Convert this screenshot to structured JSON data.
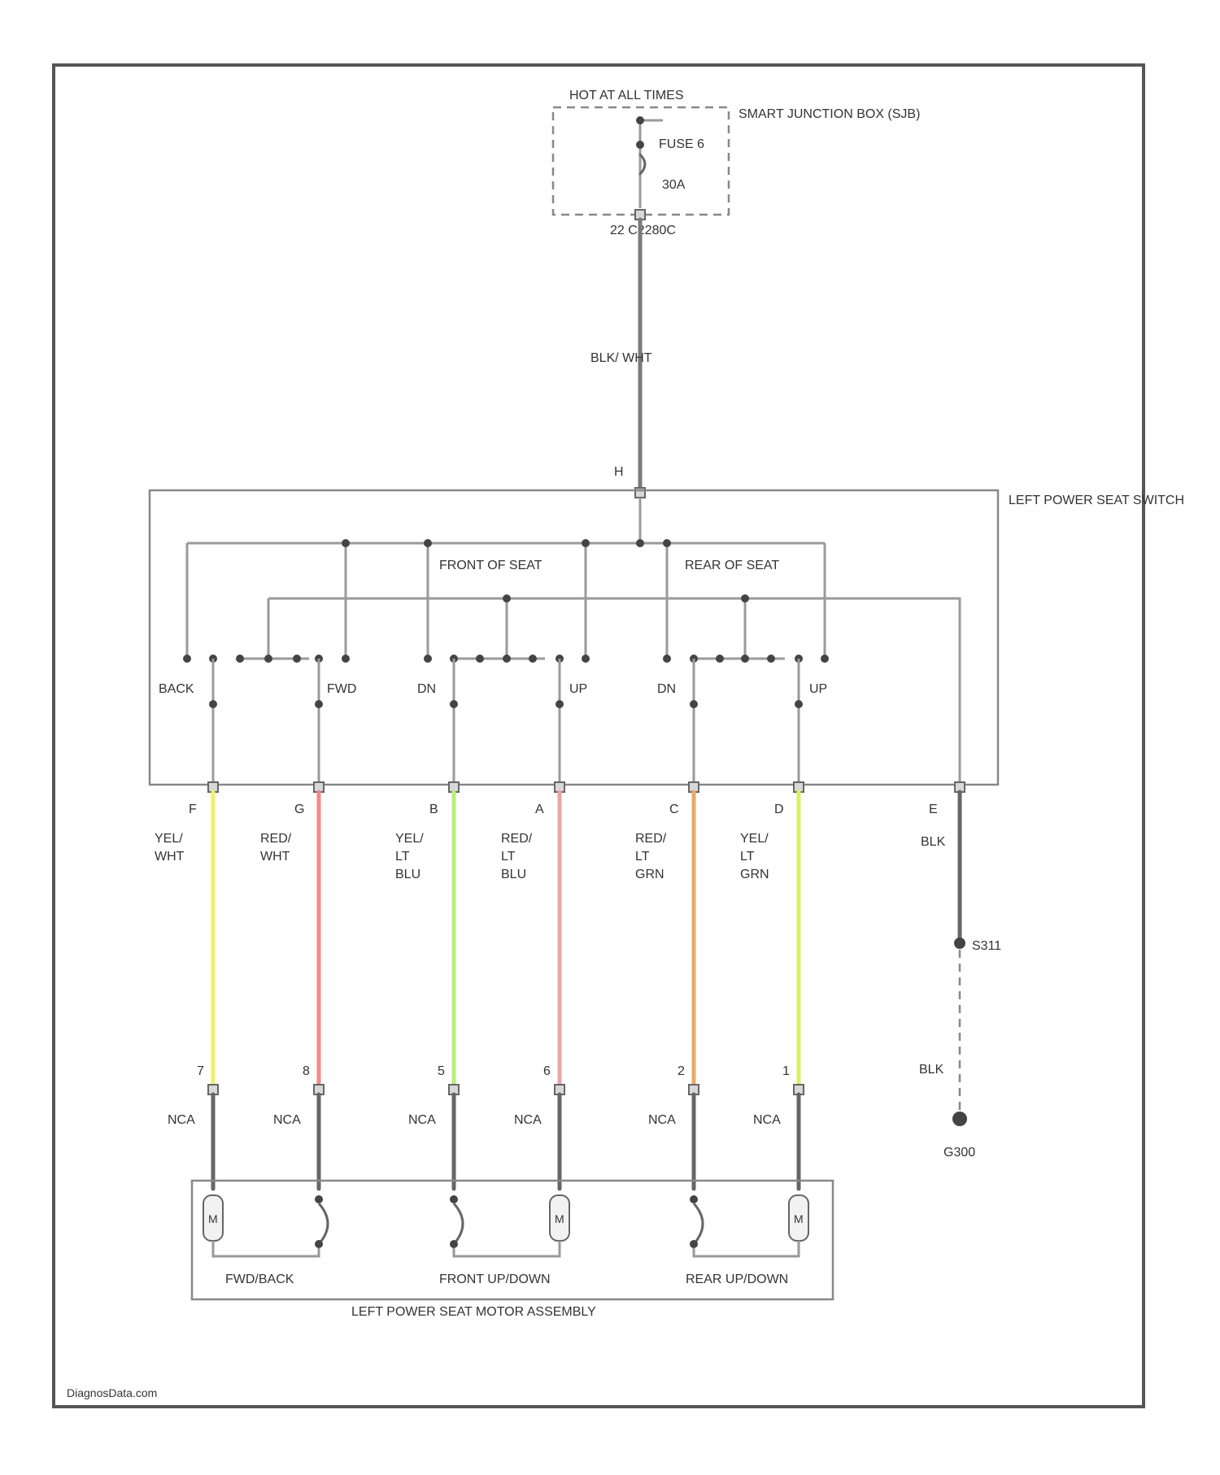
{
  "power": {
    "hot_label": "HOT AT ALL TIMES",
    "junction_box": "SMART JUNCTION BOX (SJB)",
    "fuse_label": "FUSE 6",
    "fuse_rating": "30A",
    "connector": "22  C2280C",
    "feed_wire": "BLK/ WHT"
  },
  "switch": {
    "name": "LEFT POWER SEAT SWITCH",
    "input_pin": "H",
    "front_section": "FRONT OF SEAT",
    "rear_section": "REAR OF SEAT",
    "positions": [
      "BACK",
      "FWD",
      "DN",
      "UP",
      "DN",
      "UP"
    ]
  },
  "circuits": [
    {
      "switch_pin": "F",
      "wire_color": "YEL/ WHT",
      "motor_pin": "7",
      "motor_wire": "NCA",
      "stroke": "#eef06a"
    },
    {
      "switch_pin": "G",
      "wire_color": "RED/ WHT",
      "motor_pin": "8",
      "motor_wire": "NCA",
      "stroke": "#f08a8a"
    },
    {
      "switch_pin": "B",
      "wire_color": "YEL/ LT BLU",
      "motor_pin": "5",
      "motor_wire": "NCA",
      "stroke": "#b8ee7a"
    },
    {
      "switch_pin": "A",
      "wire_color": "RED/ LT BLU",
      "motor_pin": "6",
      "motor_wire": "NCA",
      "stroke": "#f0a0a8"
    },
    {
      "switch_pin": "C",
      "wire_color": "RED/ LT GRN",
      "motor_pin": "2",
      "motor_wire": "NCA",
      "stroke": "#efa868"
    },
    {
      "switch_pin": "D",
      "wire_color": "YEL/ LT GRN",
      "motor_pin": "1",
      "motor_wire": "NCA",
      "stroke": "#d6f266"
    }
  ],
  "ground": {
    "switch_pin": "E",
    "wire_color": "BLK",
    "splice": "S311",
    "wire_color_2": "BLK",
    "ground_point": "G300"
  },
  "motor_assembly": {
    "name": "LEFT POWER SEAT MOTOR ASSEMBLY",
    "motors": [
      "FWD/BACK",
      "FRONT UP/DOWN",
      "REAR UP/DOWN"
    ],
    "motor_symbol": "M"
  },
  "footer": "DiagnosData.com"
}
